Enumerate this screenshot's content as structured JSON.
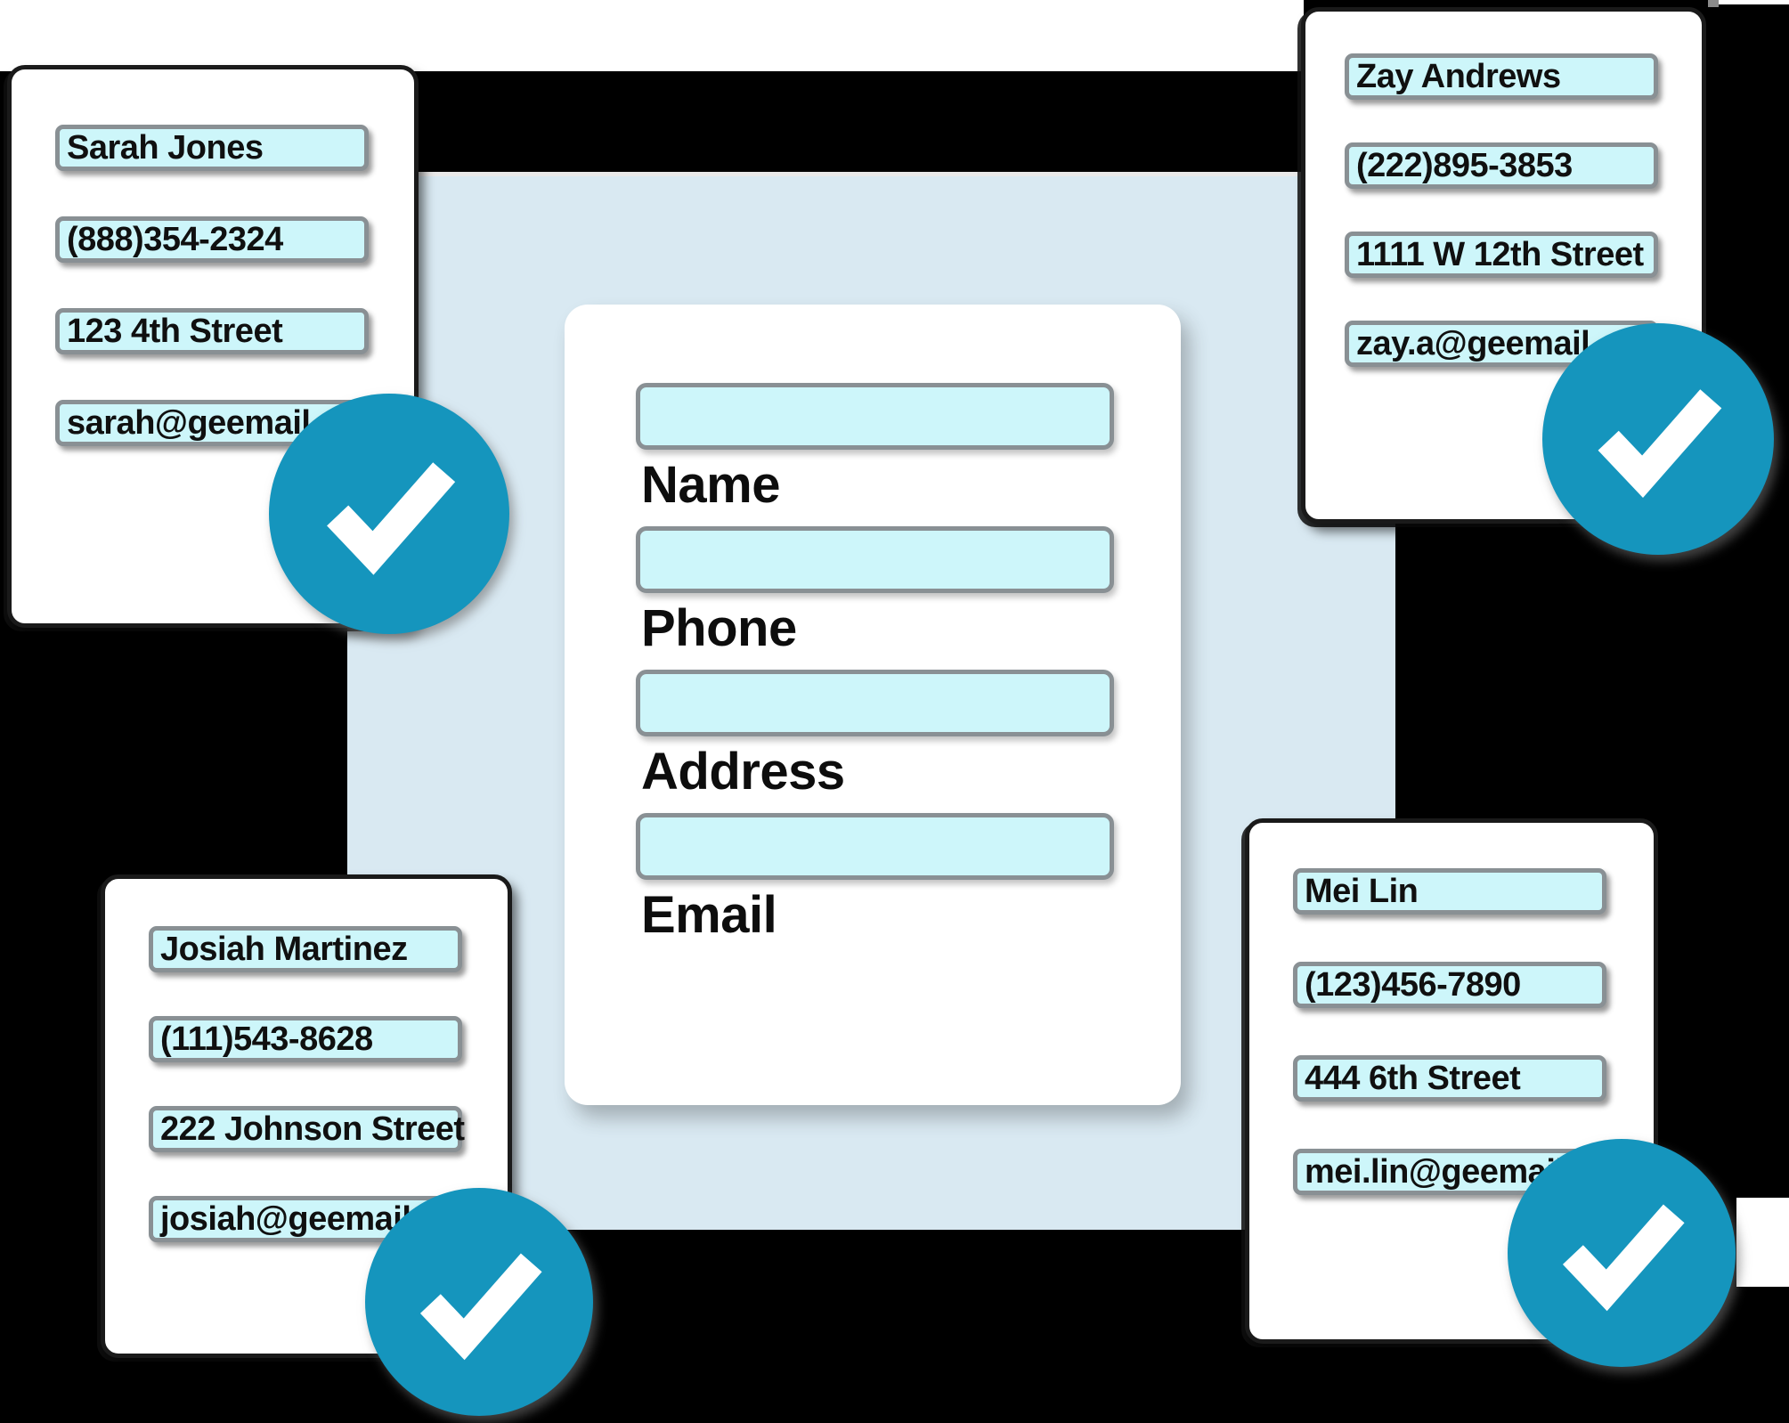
{
  "colors": {
    "canvas": "#000000",
    "panel_blue": "#d9e9f2",
    "card_white": "#ffffff",
    "field_fill": "#cdf6fa",
    "field_border": "#899094",
    "check_circle_blue": "#1595bd",
    "text": "#101010"
  },
  "form": {
    "fields": [
      {
        "label": "Name",
        "value": "",
        "placeholder": ""
      },
      {
        "label": "Phone",
        "value": "",
        "placeholder": ""
      },
      {
        "label": "Address",
        "value": "",
        "placeholder": ""
      },
      {
        "label": "Email",
        "value": "",
        "placeholder": ""
      }
    ]
  },
  "contacts": [
    {
      "name": "Sarah Jones",
      "phone": "(888)354-2324",
      "address": "123 4th Street",
      "email": "sarah@geemail.com",
      "status_icon": "check-icon"
    },
    {
      "name": "Zay Andrews",
      "phone": "(222)895-3853",
      "address": "1111 W 12th Street",
      "email": "zay.a@geemail.com",
      "status_icon": "check-icon"
    },
    {
      "name": "Josiah Martinez",
      "phone": "(111)543-8628",
      "address": "222 Johnson Street",
      "email": "josiah@geemail.com",
      "status_icon": "check-icon"
    },
    {
      "name": "Mei Lin",
      "phone": "(123)456-7890",
      "address": "444 6th Street",
      "email": "mei.lin@geemail.com",
      "status_icon": "check-icon"
    }
  ]
}
